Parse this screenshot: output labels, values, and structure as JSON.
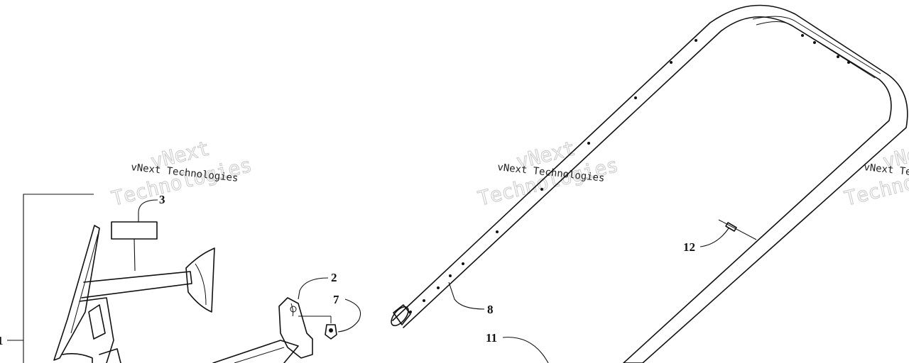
{
  "diagram": {
    "callouts": [
      {
        "id": "callout-1",
        "label": "1"
      },
      {
        "id": "callout-2",
        "label": "2"
      },
      {
        "id": "callout-3",
        "label": "3"
      },
      {
        "id": "callout-7",
        "label": "7"
      },
      {
        "id": "callout-8",
        "label": "8"
      },
      {
        "id": "callout-11",
        "label": "11"
      },
      {
        "id": "callout-12",
        "label": "12"
      }
    ],
    "watermark": {
      "line": "vNext Technologies",
      "word1": "vNext",
      "word2": "Technologies"
    }
  }
}
